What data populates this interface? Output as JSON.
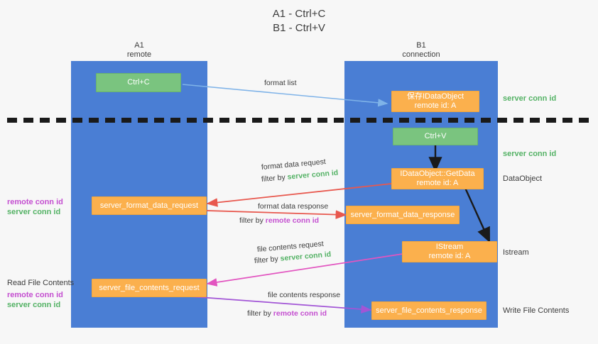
{
  "title": "A1 - Ctrl+C\nB1 - Ctrl+V",
  "colors": {
    "lane": "#4a7ed4",
    "green_node": "#7ac47f",
    "orange_node": "#fbb04d",
    "server_conn_id": "#54b265",
    "remote_conn_id": "#c44fd0",
    "arrow_blue": "#7fb3e8",
    "arrow_red": "#e8584e",
    "arrow_pink": "#e255c0",
    "arrow_purple": "#a255d6",
    "arrow_black": "#1a1a1a",
    "divider": "#1a1a1a",
    "background": "#f7f7f7"
  },
  "columns": [
    {
      "title": "A1",
      "subtitle": "remote"
    },
    {
      "title": "B1",
      "subtitle": "connection"
    }
  ],
  "nodes": {
    "ctrl_c": {
      "line1": "Ctrl+C",
      "line2": ""
    },
    "save_idataobject": {
      "line1": "保存IDataObject",
      "line2": "remote id: A"
    },
    "ctrl_v": {
      "line1": "Ctrl+V",
      "line2": ""
    },
    "getdata": {
      "line1": "IDataObject::GetData",
      "line2": "remote id: A"
    },
    "format_data_request": {
      "line1": "server_format_data_request",
      "line2": ""
    },
    "format_data_response": {
      "line1": "server_format_data_response",
      "line2": ""
    },
    "istream": {
      "line1": "IStream",
      "line2": "remote id: A"
    },
    "file_contents_request": {
      "line1": "server_file_contents_request",
      "line2": ""
    },
    "file_contents_response": {
      "line1": "server_file_contents_response",
      "line2": ""
    }
  },
  "right_labels": {
    "server_conn_id_top": "server conn id",
    "server_conn_id_mid": "server conn id",
    "dataobject": "DataObject",
    "istream": "Istream",
    "write_file_contents": "Write File Contents"
  },
  "left_labels": {
    "remote_conn_id_1": "remote conn id",
    "server_conn_id_1": "server conn id",
    "read_file_contents": "Read File Contents",
    "remote_conn_id_2": "remote conn id",
    "server_conn_id_2": "server conn id"
  },
  "edges": {
    "format_list": {
      "caption": "format list"
    },
    "format_data_request": {
      "caption": "format data request",
      "filter_prefix": "filter by ",
      "filter_key": "server conn id"
    },
    "format_data_response": {
      "caption": "format data response",
      "filter_prefix": "filter by ",
      "filter_key": "remote conn id"
    },
    "file_contents_request": {
      "caption": "file contents request",
      "filter_prefix": "filter by ",
      "filter_key": "server conn id"
    },
    "file_contents_response": {
      "caption": "file contents response",
      "filter_prefix": "filter by ",
      "filter_key": "remote conn id"
    }
  }
}
